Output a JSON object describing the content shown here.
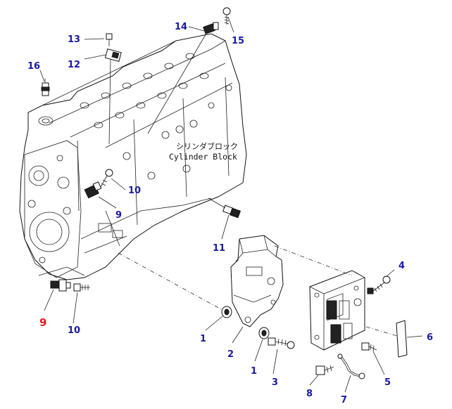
{
  "diagram": {
    "block_label_jp": "シリンダブロック",
    "block_label_en": "Cylinder Block",
    "callouts": [
      {
        "id": "c16",
        "label": "16"
      },
      {
        "id": "c13",
        "label": "13"
      },
      {
        "id": "c12",
        "label": "12"
      },
      {
        "id": "c14",
        "label": "14"
      },
      {
        "id": "c15",
        "label": "15"
      },
      {
        "id": "c10a",
        "label": "10"
      },
      {
        "id": "c9a",
        "label": "9"
      },
      {
        "id": "c11",
        "label": "11"
      },
      {
        "id": "c4",
        "label": "4"
      },
      {
        "id": "c6",
        "label": "6"
      },
      {
        "id": "c9b",
        "label": "9"
      },
      {
        "id": "c10b",
        "label": "10"
      },
      {
        "id": "c1a",
        "label": "1"
      },
      {
        "id": "c2",
        "label": "2"
      },
      {
        "id": "c1b",
        "label": "1"
      },
      {
        "id": "c3",
        "label": "3"
      },
      {
        "id": "c8",
        "label": "8"
      },
      {
        "id": "c7",
        "label": "7"
      },
      {
        "id": "c5",
        "label": "5"
      }
    ],
    "colors": {
      "callout": "#1a1aa6",
      "callout_highlight": "#e01b1b",
      "line": "#111111"
    }
  }
}
